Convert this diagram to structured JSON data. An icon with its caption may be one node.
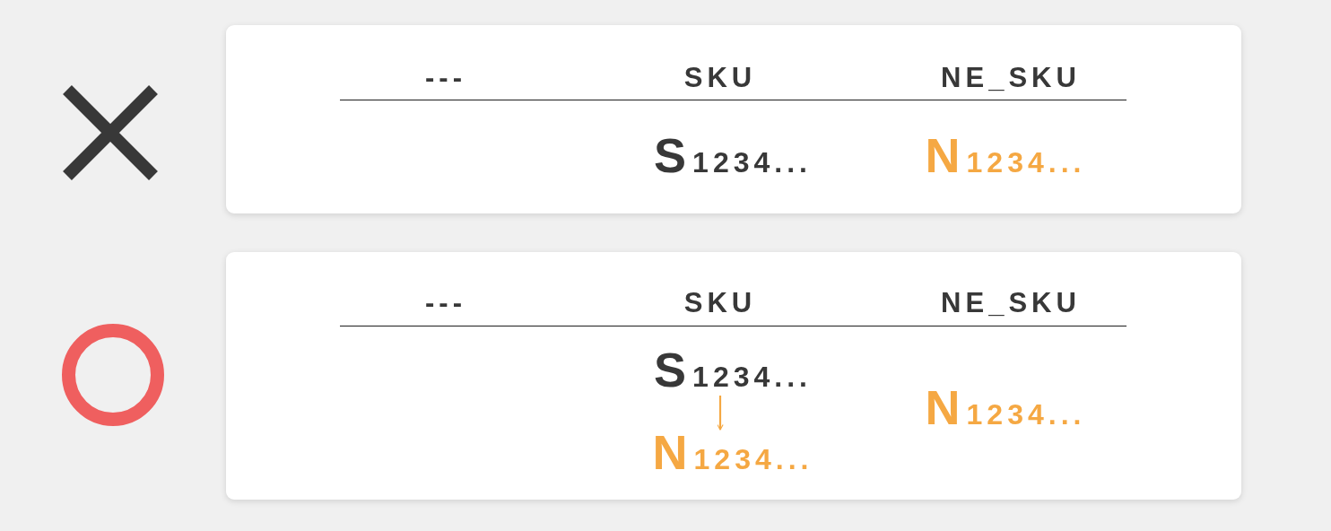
{
  "diagram": {
    "nodes": [
      {
        "text": [
          "S1234..."
        ]
      },
      {
        "text": [
          "N1234..."
        ]
      }
    ],
    "edges": [
      {
        "from": 0,
        "to": 1,
        "arrow": "to"
      }
    ],
    "labels": [
      "---",
      "SKU",
      "NE_SKU",
      "S1234...",
      "N1234...",
      "---",
      "SKU",
      "NE_SKU",
      "N1234..."
    ]
  }
}
